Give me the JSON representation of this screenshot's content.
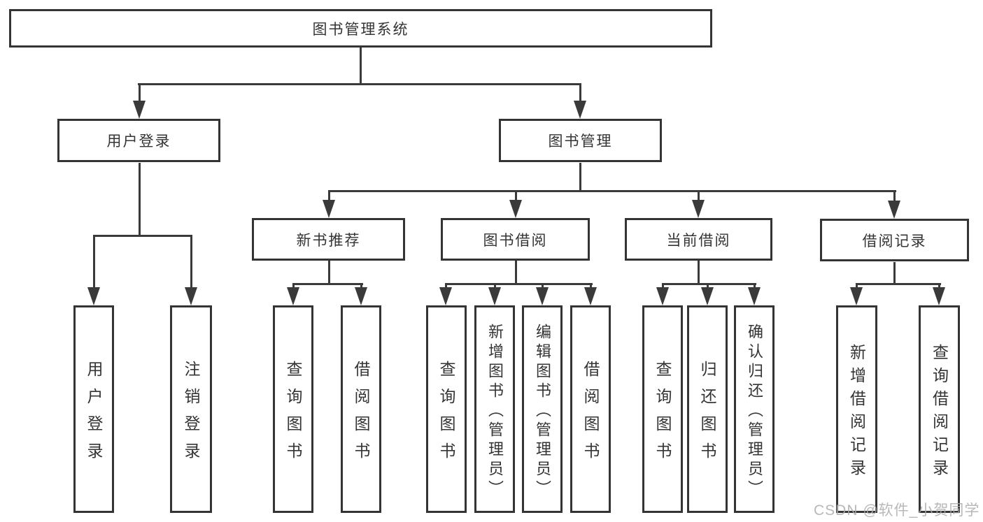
{
  "tree": {
    "root": {
      "label": "图书管理系统"
    },
    "branches": [
      {
        "label": "用户登录"
      },
      {
        "label": "图书管理"
      }
    ],
    "modules": [
      {
        "label": "新书推荐"
      },
      {
        "label": "图书借阅"
      },
      {
        "label": "当前借阅"
      },
      {
        "label": "借阅记录"
      }
    ],
    "leaves": {
      "user": [
        {
          "label": "用户登录"
        },
        {
          "label": "注销登录"
        }
      ],
      "recommend": [
        {
          "label": "查询图书"
        },
        {
          "label": "借阅图书"
        }
      ],
      "borrow": [
        {
          "label": "查询图书"
        },
        {
          "label": "新增图书（管理员）"
        },
        {
          "label": "编辑图书（管理员）"
        },
        {
          "label": "借阅图书"
        }
      ],
      "current": [
        {
          "label": "查询图书"
        },
        {
          "label": "归还图书"
        },
        {
          "label": "确认归还（管理员）"
        }
      ],
      "records": [
        {
          "label": "新增借阅记录"
        },
        {
          "label": "查询借阅记录"
        }
      ]
    }
  },
  "watermark": {
    "text": "CSDN @软件_小贺同学"
  },
  "colors": {
    "line": "#3a3a3a",
    "border": "#343434",
    "text": "#343434",
    "background": "#ffffff",
    "watermark": "#acacac"
  }
}
